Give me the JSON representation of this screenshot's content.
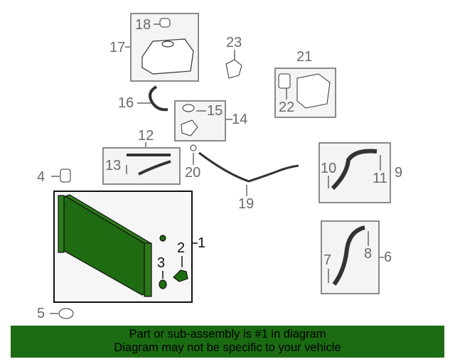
{
  "callouts": {
    "n1": "1",
    "n2": "2",
    "n3": "3",
    "n4": "4",
    "n5": "5",
    "n6": "6",
    "n7": "7",
    "n8": "8",
    "n9": "9",
    "n10": "10",
    "n11": "11",
    "n12": "12",
    "n13": "13",
    "n14": "14",
    "n15": "15",
    "n16": "16",
    "n17": "17",
    "n18": "18",
    "n19": "19",
    "n20": "20",
    "n21": "21",
    "n22": "22",
    "n23": "23"
  },
  "highlight_color": "#1f6b12",
  "banner": {
    "line1": "Part or sub-assembly is #1 in diagram",
    "line2": "Diagram may not be specific to your vehicle"
  }
}
